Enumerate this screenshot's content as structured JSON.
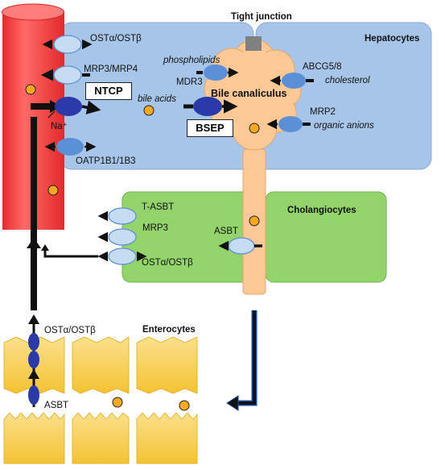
{
  "labels": {
    "tight_junction": "Tight junction",
    "hepatocytes": "Hepatocytes",
    "cholangiocytes": "Cholangiocytes",
    "enterocytes": "Enterocytes",
    "bile_canaliculus": "Bile canaliculus",
    "bile_acids": "bile acids",
    "phospholipids": "phospholipids",
    "cholesterol": "cholesterol",
    "organic_anions": "organic anions",
    "sodium": "Na⁺"
  },
  "transporters": {
    "ost_hep": "OSTα/OSTβ",
    "mrp34": "MRP3/MRP4",
    "ntcp": "NTCP",
    "oatp": "OATP1B1/1B3",
    "mdr3": "MDR3",
    "abcg": "ABCG5/8",
    "mrp2": "MRP2",
    "bsep": "BSEP",
    "tasbt": "T-ASBT",
    "mrp3": "MRP3",
    "ost_chol": "OSTα/OSTβ",
    "asbt_chol": "ASBT",
    "ost_ent": "OSTα/OSTβ",
    "asbt_ent": "ASBT"
  },
  "colors": {
    "vessel": "#f0484a",
    "hepatocyte": "#a7c5e8",
    "cholangiocyte": "#93d36b",
    "canaliculus": "#fcc996",
    "enterocyte": "#f8cd4a",
    "bile_acid": "#f6a821",
    "transporter_light": "#c5dcf3",
    "transporter_mid": "#5b8fd6",
    "transporter_dark": "#2a3aa8"
  }
}
